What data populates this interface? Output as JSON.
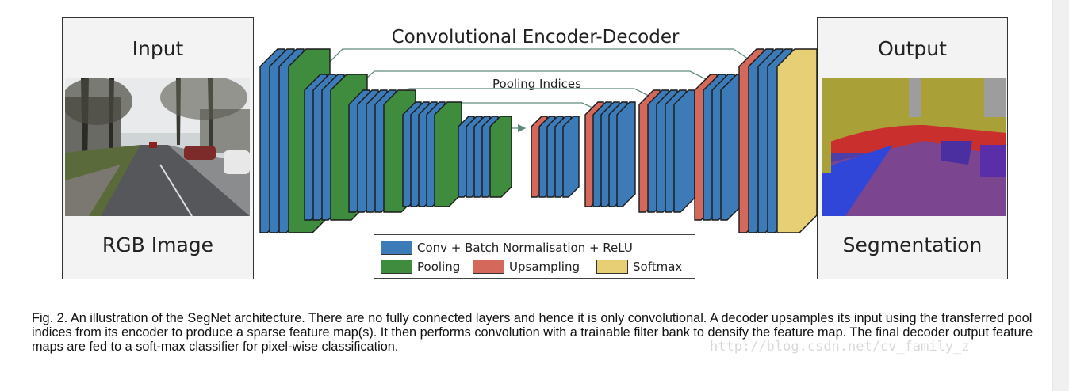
{
  "diagram": {
    "title": "Convolutional Encoder-Decoder",
    "pooling_label": "Pooling Indices",
    "input": {
      "title": "Input",
      "subtitle": "RGB Image"
    },
    "output": {
      "title": "Output",
      "subtitle": "Segmentation"
    },
    "legend": {
      "conv": "Conv + Batch Normalisation + ReLU",
      "pooling": "Pooling",
      "upsampling": "Upsampling",
      "softmax": "Softmax"
    },
    "colors": {
      "conv": "#3c7ab8",
      "pooling": "#3f8c3f",
      "upsampling": "#d3685b",
      "softmax": "#e6cf74",
      "arrow": "#5f8a7a"
    }
  },
  "caption": "Fig. 2. An illustration of the SegNet architecture. There are no fully connected layers and hence it is only convolutional. A decoder upsamples its input using the transferred pool indices from its encoder to produce a sparse feature map(s). It then performs convolution with a trainable filter bank to densify the feature map. The final decoder output feature maps are fed to a soft-max classifier for pixel-wise classification.",
  "watermark": "http://blog.csdn.net/cv_family_z",
  "icons": {
    "input_image": "street-scene-photo",
    "output_image": "segmentation-map"
  }
}
